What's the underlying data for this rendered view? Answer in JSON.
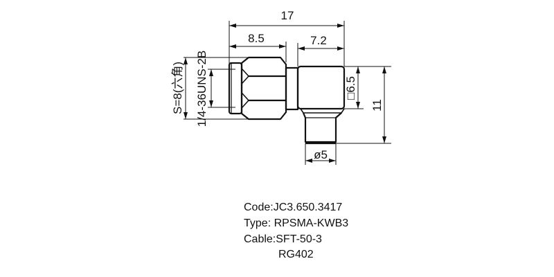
{
  "drawing": {
    "dimensions": {
      "overall_length": "17",
      "nut_length": "8.5",
      "body_length": "7.2",
      "body_square": "□6.5",
      "overall_height": "11",
      "tube_diameter": "ø5",
      "hex_size": "S=8(六角)",
      "thread": "1/4-36UNS-2B"
    }
  },
  "specs": {
    "code": "Code:JC3.650.3417",
    "type": "Type: RPSMA-KWB3",
    "cable_line1": "Cable:SFT-50-3",
    "cable_line2": "RG402"
  }
}
